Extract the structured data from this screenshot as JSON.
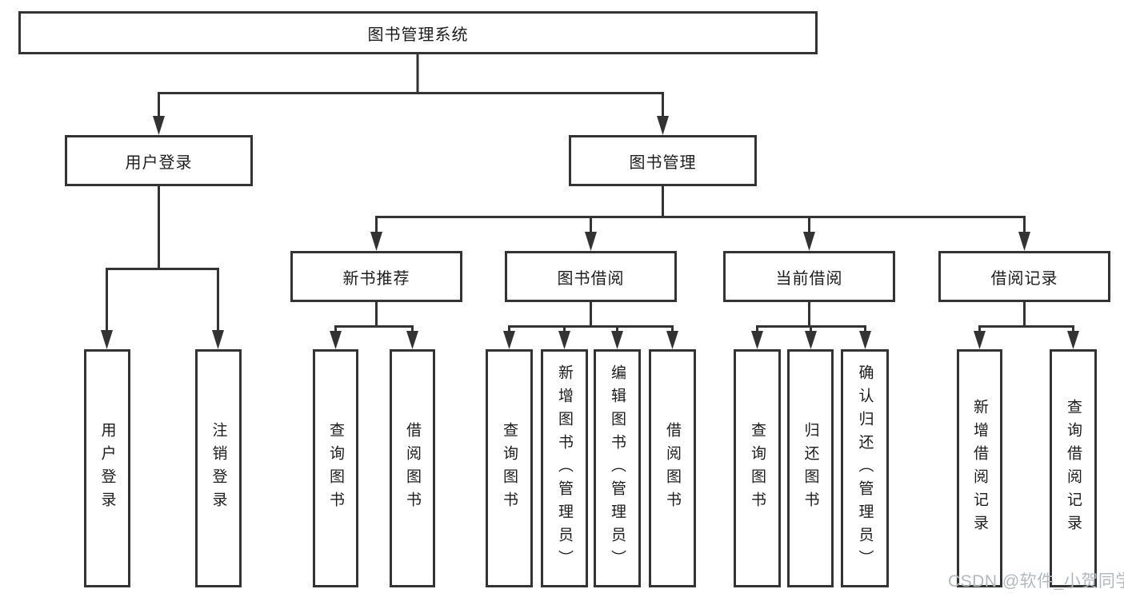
{
  "diagram_title": "图书管理系统",
  "tree": {
    "root": {
      "label": "图书管理系统"
    },
    "children": [
      {
        "label": "用户登录",
        "children": [
          {
            "label": "用户登录"
          },
          {
            "label": "注销登录"
          }
        ]
      },
      {
        "label": "图书管理",
        "children": [
          {
            "label": "新书推荐",
            "children": [
              {
                "label": "查询图书"
              },
              {
                "label": "借阅图书"
              }
            ]
          },
          {
            "label": "图书借阅",
            "children": [
              {
                "label": "查询图书"
              },
              {
                "label": "新增图书（管理员）"
              },
              {
                "label": "编辑图书（管理员）"
              },
              {
                "label": "借阅图书"
              }
            ]
          },
          {
            "label": "当前借阅",
            "children": [
              {
                "label": "查询图书"
              },
              {
                "label": "归还图书"
              },
              {
                "label": "确认归还（管理员）"
              }
            ]
          },
          {
            "label": "借阅记录",
            "children": [
              {
                "label": "新增借阅记录"
              },
              {
                "label": "查询借阅记录"
              }
            ]
          }
        ]
      }
    ]
  },
  "watermark": {
    "text": "CSDN @软件_小贺同学"
  },
  "colors": {
    "line": "#333333",
    "text": "#1c1c1c",
    "watermark": "#b3b8bf",
    "background": "#ffffff"
  }
}
